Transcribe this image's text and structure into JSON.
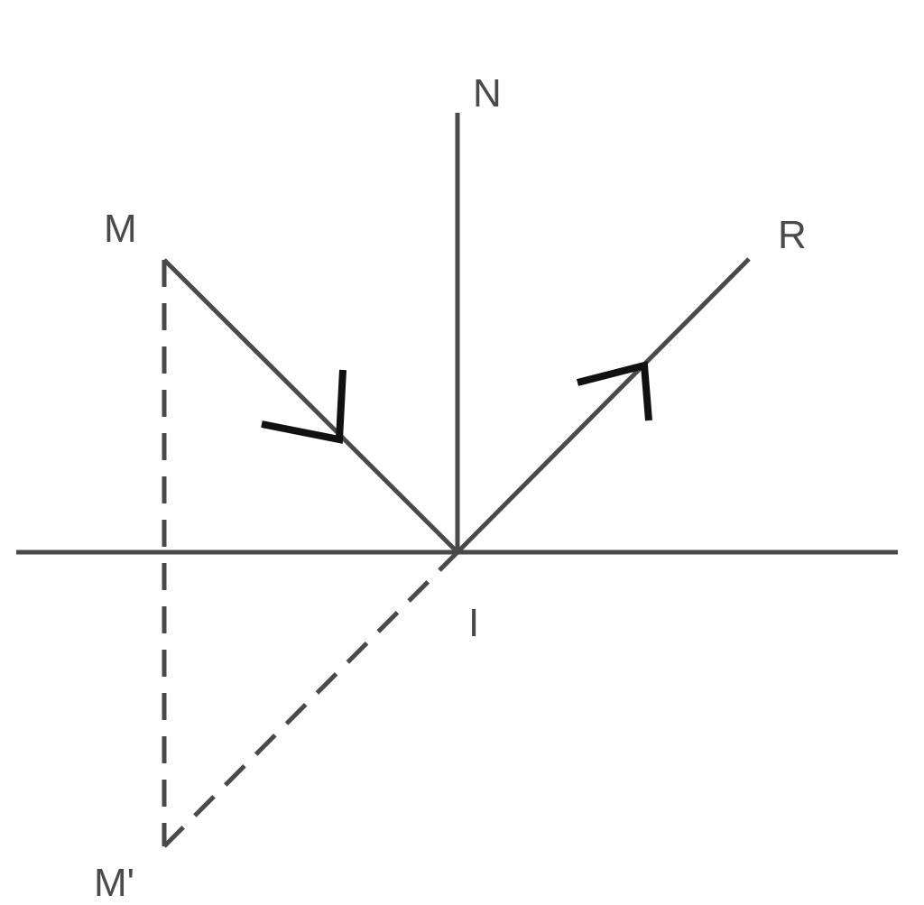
{
  "diagram": {
    "labels": {
      "normal": "N",
      "source": "M",
      "reflected": "R",
      "incidence": "I",
      "image": "M'"
    }
  }
}
